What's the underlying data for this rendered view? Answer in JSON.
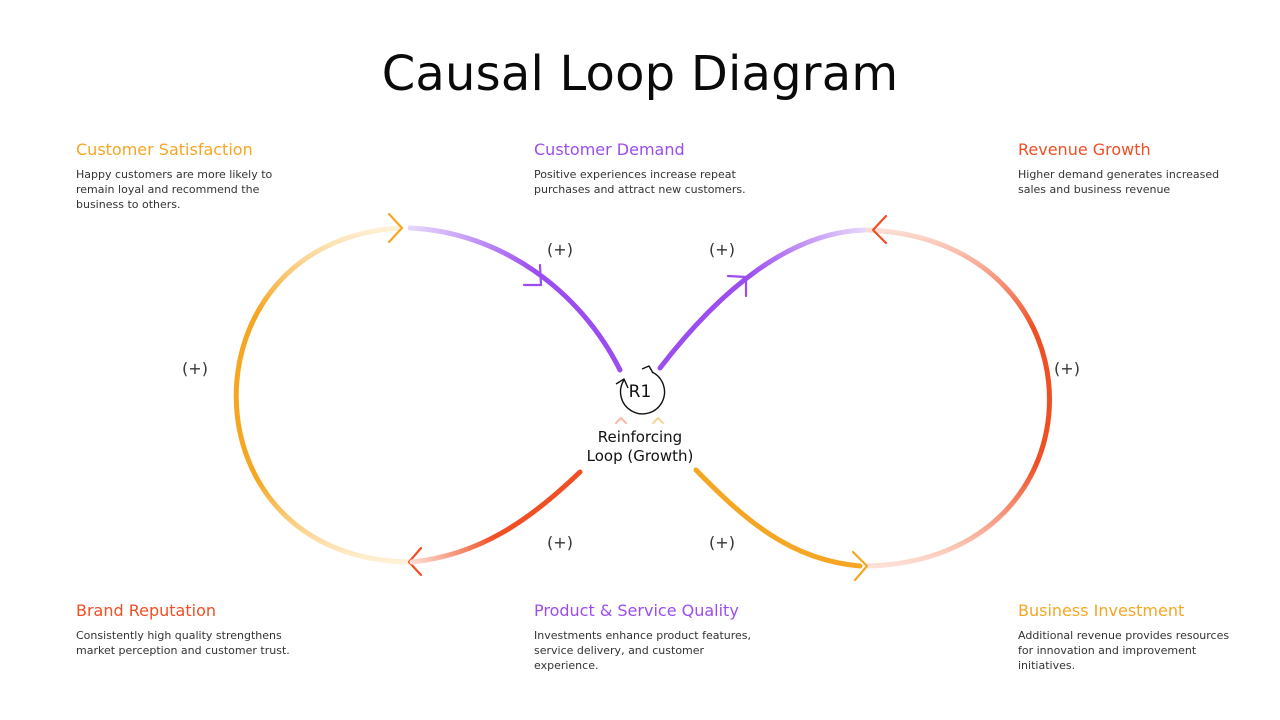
{
  "title": "Causal Loop Diagram",
  "colors": {
    "orange": "#F5A623",
    "purple": "#9B4DF0",
    "red": "#F04E23"
  },
  "nodes": [
    {
      "key": "customer_satisfaction",
      "title": "Customer Satisfaction",
      "description": "Happy customers are more likely to remain loyal and recommend the business to others."
    },
    {
      "key": "customer_demand",
      "title": "Customer Demand",
      "description": "Positive experiences increase repeat purchases and attract new customers."
    },
    {
      "key": "revenue_growth",
      "title": "Revenue Growth",
      "description": "Higher demand generates increased sales and business revenue"
    },
    {
      "key": "brand_reputation",
      "title": "Brand Reputation",
      "description": "Consistently high quality strengthens market perception and customer trust."
    },
    {
      "key": "product_service_quality",
      "title": "Product & Service Quality",
      "description": "Investments enhance product features, service delivery, and customer experience."
    },
    {
      "key": "business_investment",
      "title": "Business Investment",
      "description": "Additional revenue provides resources for innovation and improvement initiatives."
    }
  ],
  "polarity_label": "(+)",
  "loop": {
    "id": "R1",
    "label_line1": "Reinforcing",
    "label_line2": "Loop (Growth)"
  }
}
